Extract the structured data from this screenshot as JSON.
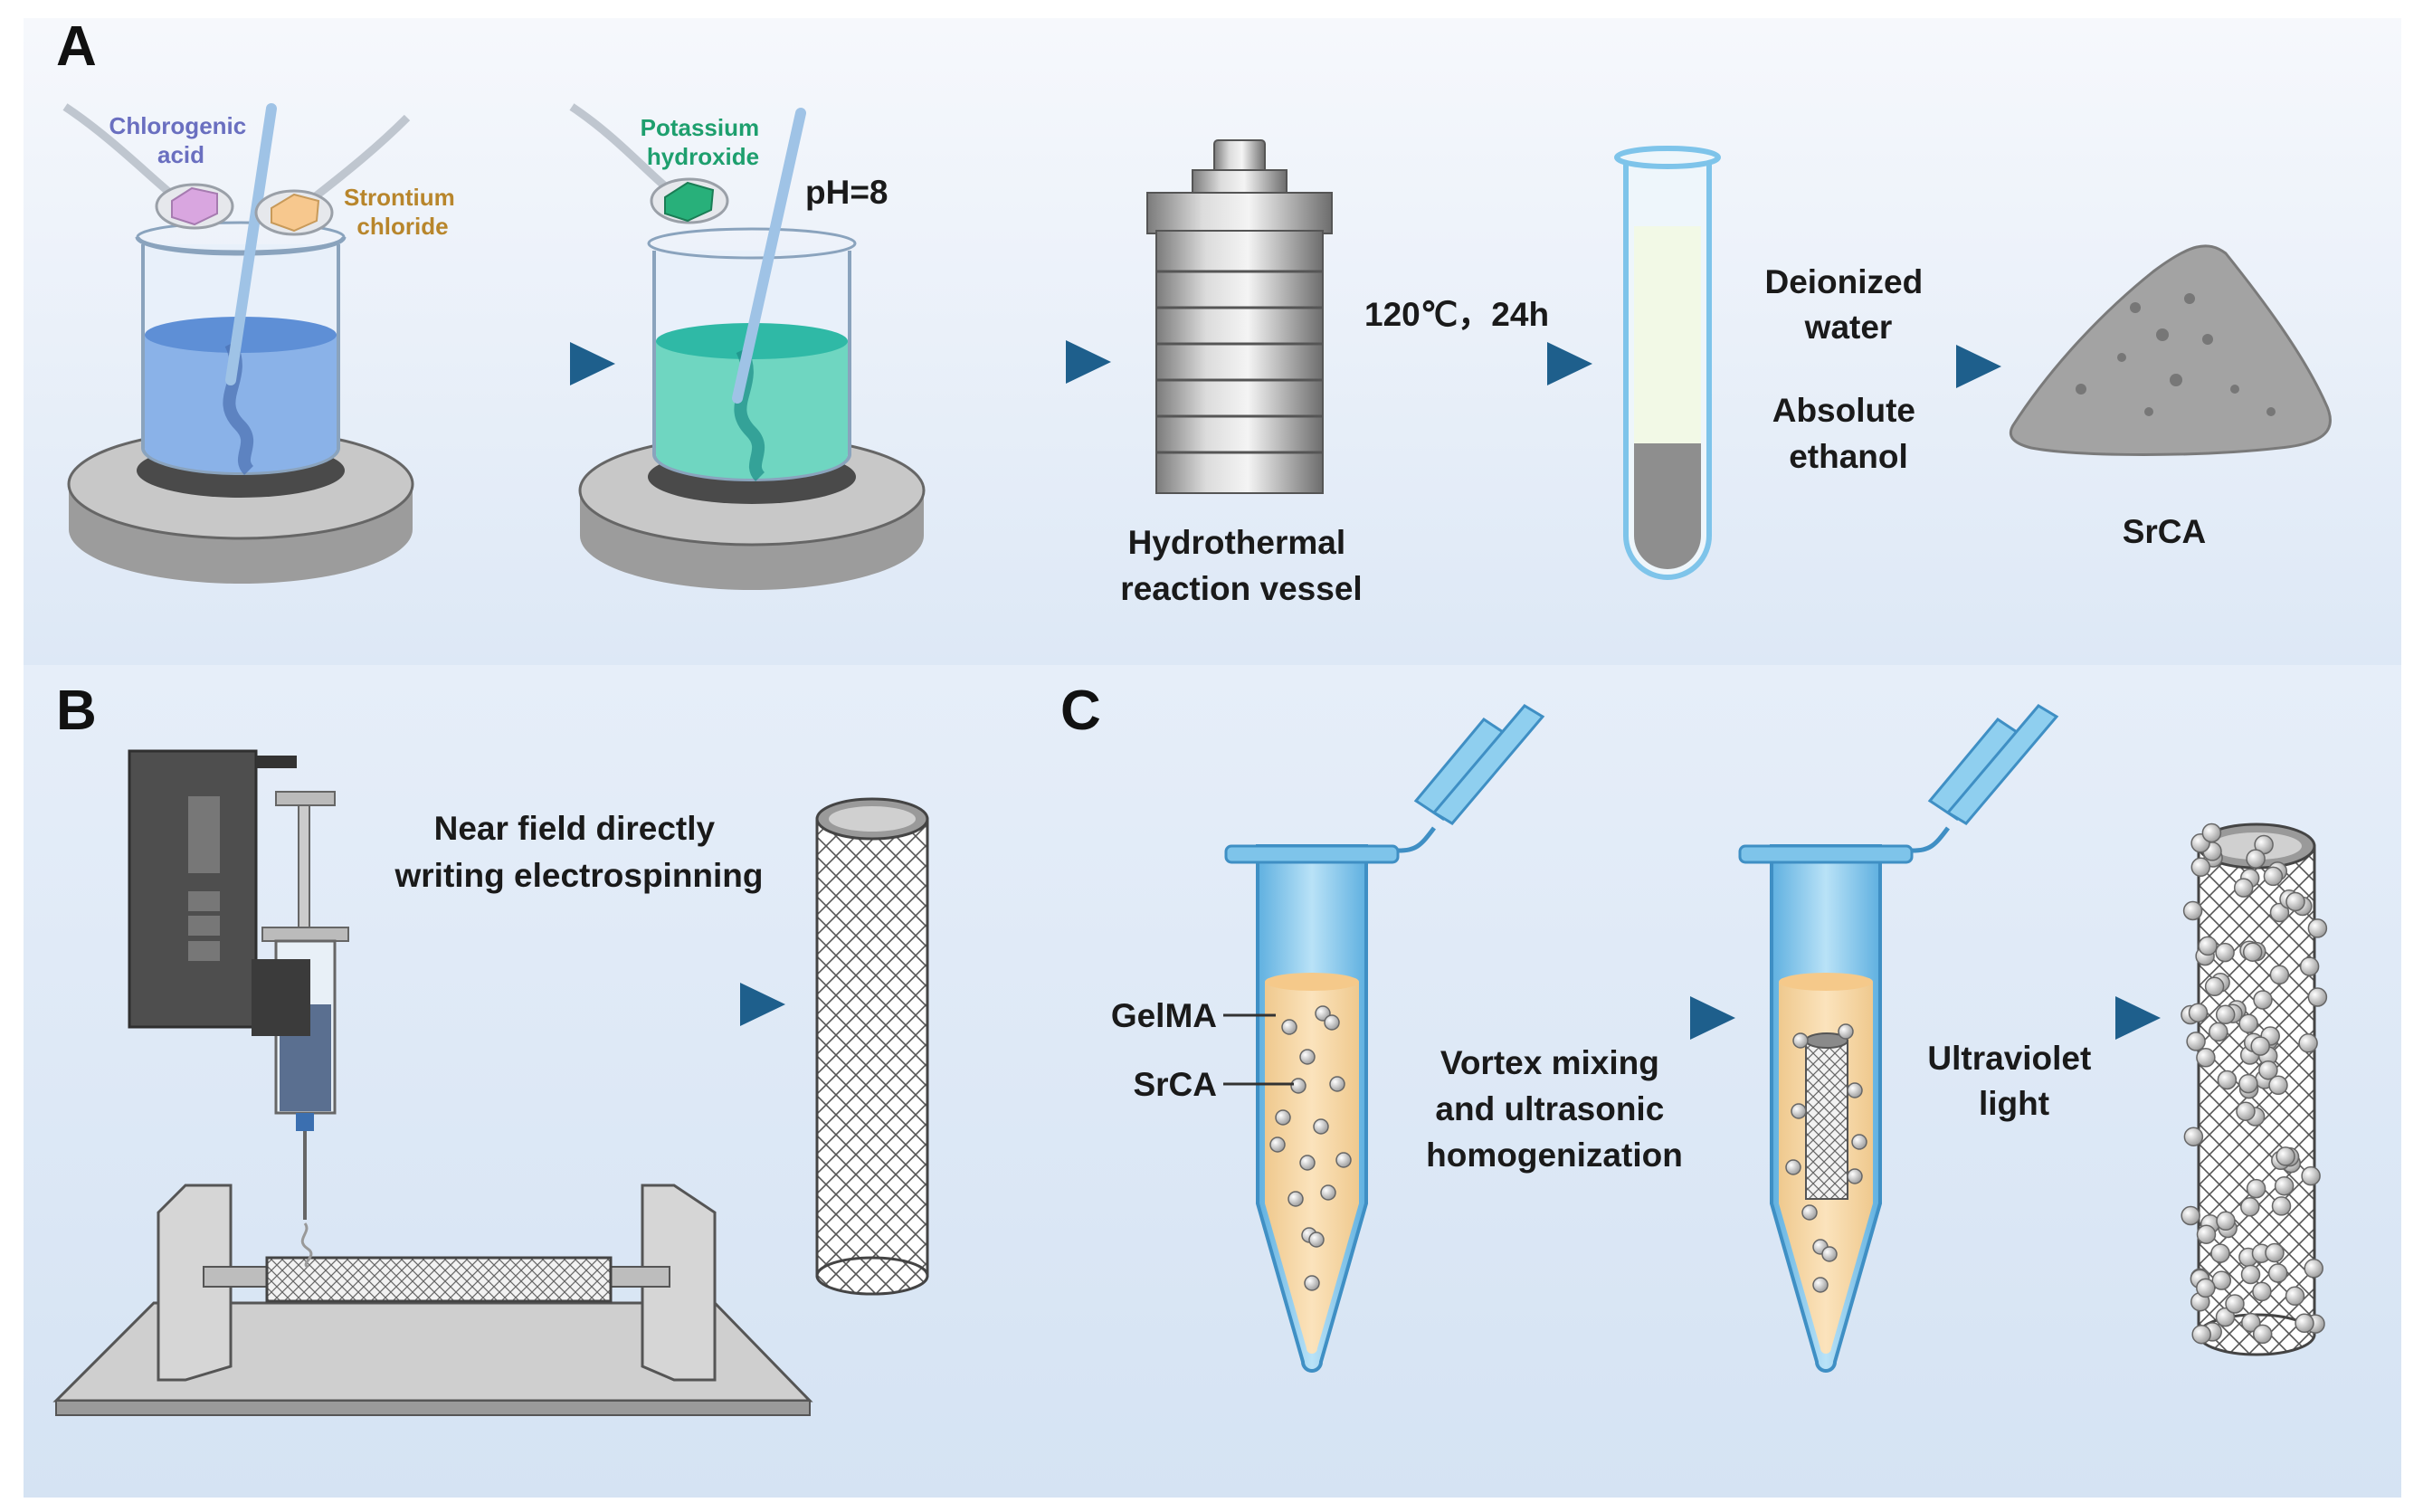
{
  "panels": {
    "a": {
      "letter": "A",
      "spoon_left_label": [
        "Chlorogenic",
        "acid"
      ],
      "spoon_right_label": [
        "Strontium",
        "chloride"
      ],
      "spoon_koh_label": [
        "Potassium",
        "hydroxide"
      ],
      "ph_label": "pH=8",
      "vessel_label": [
        "Hydrothermal",
        "reaction vessel"
      ],
      "condition_label": "120℃，24h",
      "wash_top_label": [
        "Deionized",
        "water"
      ],
      "wash_bottom_label": [
        "Absolute",
        "ethanol"
      ],
      "product_label": "SrCA"
    },
    "b": {
      "letter": "B",
      "process_label": [
        "Near field directly",
        "writing electrospinning"
      ]
    },
    "c": {
      "letter": "C",
      "gelma_label": "GelMA",
      "srca_label": "SrCA",
      "mix_label": [
        "Vortex mixing",
        "and ultrasonic",
        "homogenization"
      ],
      "uv_label": [
        "Ultraviolet",
        "light"
      ]
    }
  },
  "colors": {
    "arrow": "#1e5f8c",
    "chlorogenic_label": "#6a6fc0",
    "strontium_label": "#b8862c",
    "potassium_label": "#1e9f6e",
    "gel": "#f7d9a8",
    "tube_blue": "#7ec4ea"
  }
}
